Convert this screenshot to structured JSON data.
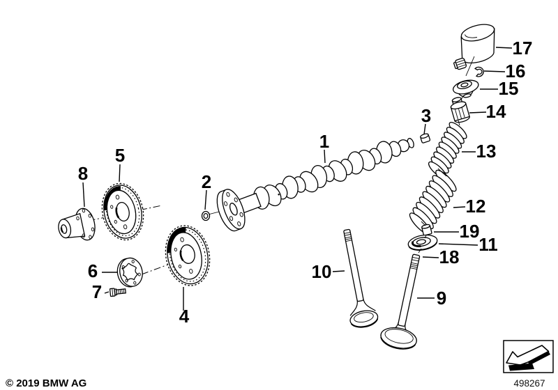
{
  "footer": {
    "copyright": "© 2019 BMW AG",
    "diagram_number": "498267"
  },
  "icons": {
    "stamp_arrow": "diagonal-back-arrow-icon"
  },
  "colors": {
    "line": "#000000",
    "background": "#ffffff"
  },
  "callouts": {
    "c1": "1",
    "c2": "2",
    "c3": "3",
    "c4": "4",
    "c5": "5",
    "c6": "6",
    "c7": "7",
    "c8": "8",
    "c9": "9",
    "c10": "10",
    "c11": "11",
    "c12": "12",
    "c13": "13",
    "c14": "14",
    "c15": "15",
    "c16": "16",
    "c17": "17",
    "c18": "18",
    "c19": "19"
  }
}
